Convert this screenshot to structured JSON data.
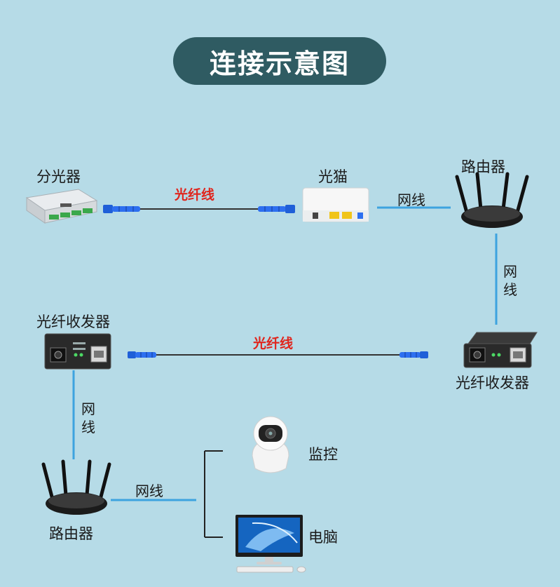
{
  "title": "连接示意图",
  "devices": {
    "splitter": "分光器",
    "onu": "光猫",
    "router_top": "路由器",
    "transceiver_left": "光纤收发器",
    "transceiver_right": "光纤收发器",
    "router_bottom": "路由器",
    "camera": "监控",
    "computer": "电脑"
  },
  "links": {
    "fiber_top": "光纤线",
    "fiber_middle": "光纤线",
    "ethernet_onu_router": "网线",
    "ethernet_router_transceiver": [
      "网",
      "线"
    ],
    "ethernet_transceiver_router": [
      "网",
      "线"
    ],
    "ethernet_router_endpoints": "网线"
  },
  "colors": {
    "background": "#b6dbe7",
    "title_bg": "#2f5b62",
    "fiber_label": "#e0251d",
    "ethernet": "#3da3df",
    "fiber_connector": "#1f5fd8",
    "bracket": "#222222"
  }
}
